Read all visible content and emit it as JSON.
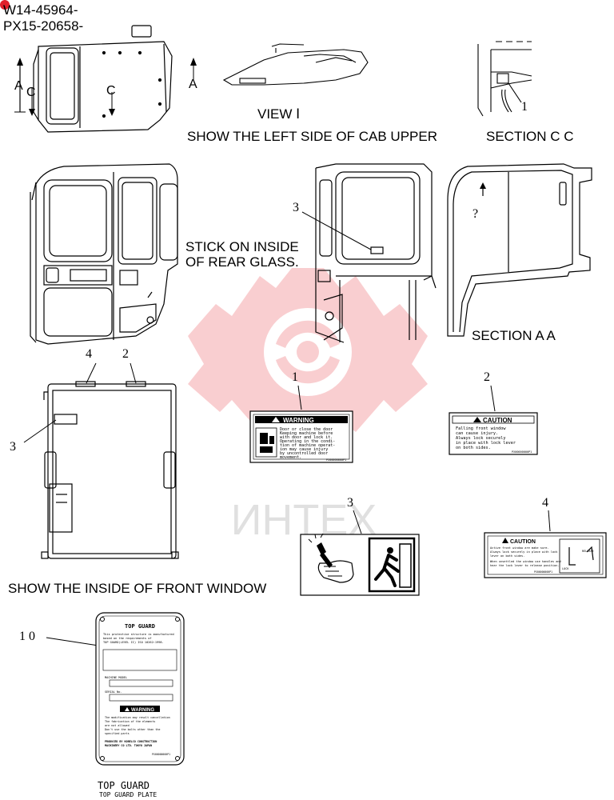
{
  "header": {
    "serial_line_1": "W14-45964-",
    "serial_line_2": "PX15-20658-"
  },
  "markers": {
    "section_a": "A",
    "section_c": "C"
  },
  "views": {
    "view_1_title": "VIEW Ⅰ",
    "left_side_caption": "SHOW THE LEFT SIDE OF CAB UPPER",
    "section_cc": "SECTION C C",
    "stick_on_line_1": "STICK ON INSIDE",
    "stick_on_line_2": "OF REAR GLASS.",
    "section_aa": "SECTION A A",
    "front_window_caption": "SHOW THE INSIDE OF FRONT WINDOW"
  },
  "callouts": {
    "c1": "1",
    "c2": "2",
    "c3": "3",
    "c4": "4",
    "c10": "1 0",
    "unknown": "?"
  },
  "labels": {
    "warning_header": "WARNING",
    "warning_body": [
      "Door or close the door",
      "Keeping machine before",
      "with door and lock it.",
      "Operating in the condi-",
      "tion of machine operat-",
      "ion may cause injury",
      "by uncontrolled door",
      "movement."
    ],
    "warning_code": "PX00000000P1",
    "caution_header": "CAUTION",
    "caution_body": [
      "Falling front window",
      "can cause injury.",
      "Always lock securely",
      "in place with lock lever",
      "on both sides."
    ],
    "caution_code": "PX00000000P1",
    "caution_lock_header": "CAUTION",
    "caution_lock_body": [
      "Active front window are make sure.",
      "Always lock securely in place with lock",
      "lever on both sides.",
      "When unsettled the window use handles and",
      "hear the lock lever to release position."
    ],
    "lock_text": "LOCK",
    "unlock_text": "RELEASE",
    "caution_lock_code": "PX00000000P1"
  },
  "top_guard": {
    "plate_title": "TOP GUARD",
    "intro": [
      "This protective structure is manufactured",
      "based on the requirements of",
      "TOP GUARD(LEVEL II) ISO 10262:1998."
    ],
    "machine_model_label": "MACHINE MODEL",
    "serial_no_label": "SERIAL No.",
    "warning_header": "WARNING",
    "warning_lines": [
      "The modification may result cancellation",
      "The fabrication of the elements",
      "are not allowed",
      "Don't use the bolts other than the",
      "specified parts"
    ],
    "maker_lines": [
      "PRODUCED BY KOBELCO CONSTRUCTION",
      "MACHINERY CO LTD. TOKYO JAPAN"
    ],
    "code": "PX00000000P1",
    "caption_title": "TOP GUARD",
    "caption_subtitle": "TOP GUARD PLATE"
  },
  "watermark": {
    "text": "ИНТЕХ",
    "color": "#e8262d"
  }
}
